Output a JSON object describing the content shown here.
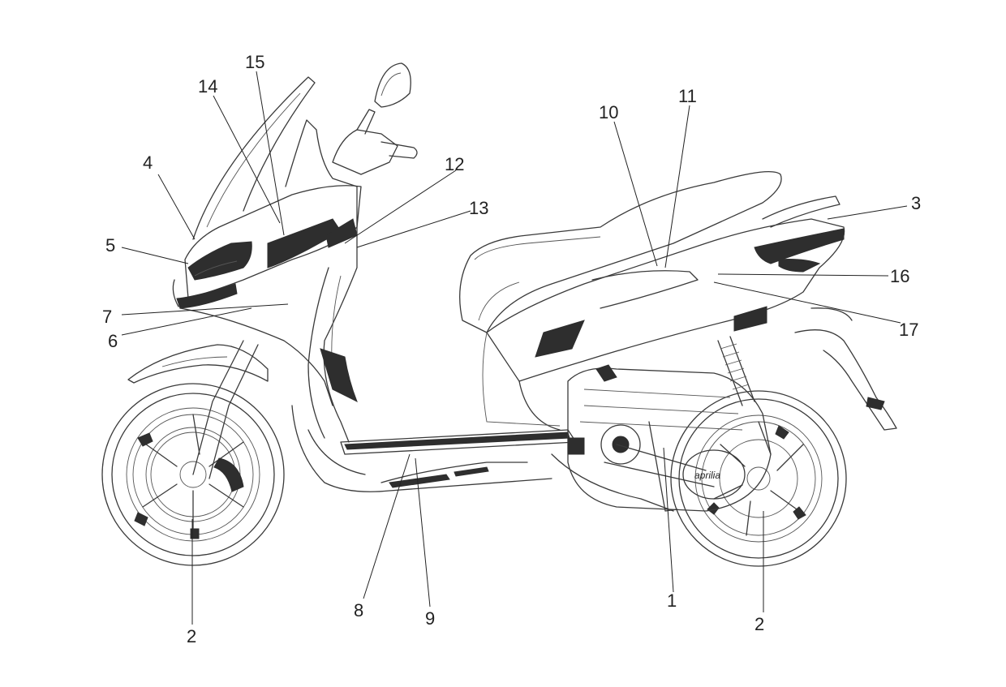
{
  "diagram": {
    "brand_badge": "aprilia",
    "callouts": [
      {
        "id": "c1",
        "label": "1"
      },
      {
        "id": "c2a",
        "label": "2"
      },
      {
        "id": "c2b",
        "label": "2"
      },
      {
        "id": "c3",
        "label": "3"
      },
      {
        "id": "c4",
        "label": "4"
      },
      {
        "id": "c5",
        "label": "5"
      },
      {
        "id": "c6",
        "label": "6"
      },
      {
        "id": "c7",
        "label": "7"
      },
      {
        "id": "c8",
        "label": "8"
      },
      {
        "id": "c9",
        "label": "9"
      },
      {
        "id": "c10",
        "label": "10"
      },
      {
        "id": "c11",
        "label": "11"
      },
      {
        "id": "c12",
        "label": "12"
      },
      {
        "id": "c13",
        "label": "13"
      },
      {
        "id": "c14",
        "label": "14"
      },
      {
        "id": "c15",
        "label": "15"
      },
      {
        "id": "c16",
        "label": "16"
      },
      {
        "id": "c17",
        "label": "17"
      }
    ]
  }
}
